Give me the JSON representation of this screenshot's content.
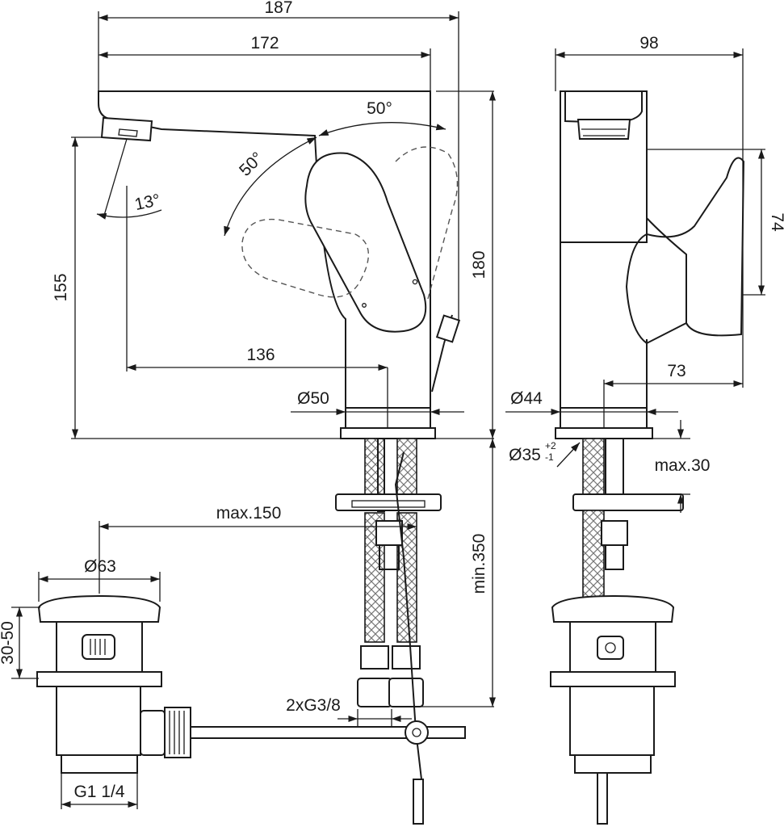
{
  "dimensions": {
    "total_width": "187",
    "spout_reach": "172",
    "side_depth": "98",
    "spout_angle": "13°",
    "lever_angle_left": "50°",
    "lever_angle_right": "50°",
    "spout_height": "155",
    "overall_height": "180",
    "handle_height": "74",
    "spout_projection": "136",
    "side_projection": "73",
    "base_diameter_front": "Ø50",
    "base_diameter_side": "Ø44",
    "hole_diameter": "Ø35",
    "hole_tol_plus": "+2",
    "hole_tol_minus": "-1",
    "max_deck": "max.30",
    "hose_length": "min.350",
    "pull_rod_reach": "max.150",
    "waste_diameter": "Ø63",
    "waste_range": "30-50",
    "connections": "2xG3/8",
    "waste_thread": "G1 1/4"
  }
}
